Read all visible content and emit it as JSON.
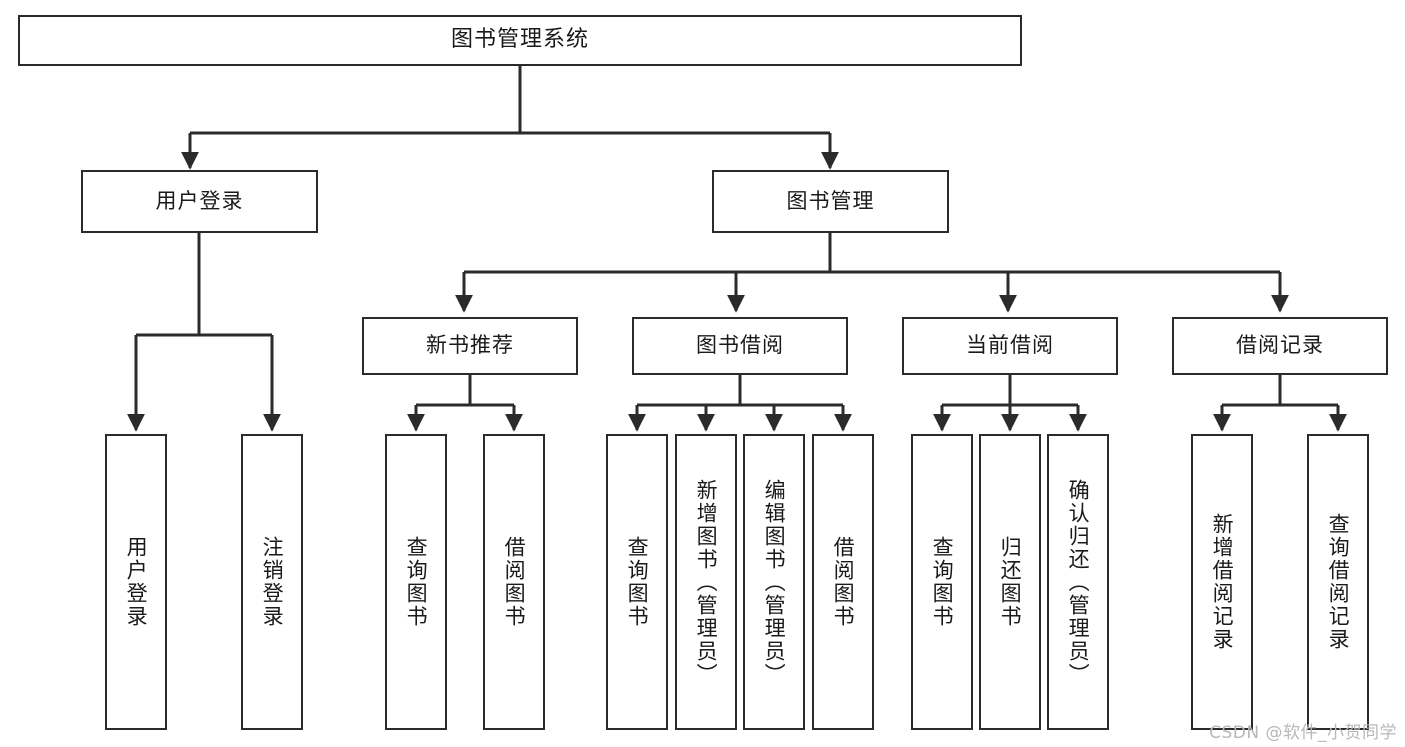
{
  "diagram": {
    "title": "图书管理系统",
    "type": "tree-hierarchy",
    "watermark": "CSDN @软件_小贺同学",
    "colors": {
      "stroke": "#2b2b2b",
      "fill": "#ffffff",
      "text": "#1a1a1a",
      "watermark": "#b8b8b8"
    },
    "levels": {
      "root": {
        "label": "图书管理系统"
      },
      "level2": [
        {
          "id": "user-login",
          "label": "用户登录"
        },
        {
          "id": "book-manage",
          "label": "图书管理"
        }
      ],
      "level3": [
        {
          "id": "new-book-recommend",
          "label": "新书推荐"
        },
        {
          "id": "book-borrow",
          "label": "图书借阅"
        },
        {
          "id": "current-borrow",
          "label": "当前借阅"
        },
        {
          "id": "borrow-record",
          "label": "借阅记录"
        }
      ],
      "leaves": [
        {
          "id": "leaf-user-login",
          "label": "用户登录",
          "parent": "user-login"
        },
        {
          "id": "leaf-user-logout",
          "label": "注销登录",
          "parent": "user-login"
        },
        {
          "id": "leaf-query-book-1",
          "label": "查询图书",
          "parent": "new-book-recommend"
        },
        {
          "id": "leaf-borrow-book-1",
          "label": "借阅图书",
          "parent": "new-book-recommend"
        },
        {
          "id": "leaf-query-book-2",
          "label": "查询图书",
          "parent": "book-borrow"
        },
        {
          "id": "leaf-add-book",
          "label": "新增图书（管理员）",
          "parent": "book-borrow"
        },
        {
          "id": "leaf-edit-book",
          "label": "编辑图书（管理员）",
          "parent": "book-borrow"
        },
        {
          "id": "leaf-borrow-book-2",
          "label": "借阅图书",
          "parent": "book-borrow"
        },
        {
          "id": "leaf-query-book-3",
          "label": "查询图书",
          "parent": "current-borrow"
        },
        {
          "id": "leaf-return-book",
          "label": "归还图书",
          "parent": "current-borrow"
        },
        {
          "id": "leaf-confirm-return",
          "label": "确认归还（管理员）",
          "parent": "current-borrow"
        },
        {
          "id": "leaf-add-record",
          "label": "新增借阅记录",
          "parent": "borrow-record"
        },
        {
          "id": "leaf-query-record",
          "label": "查询借阅记录",
          "parent": "borrow-record"
        }
      ]
    }
  }
}
